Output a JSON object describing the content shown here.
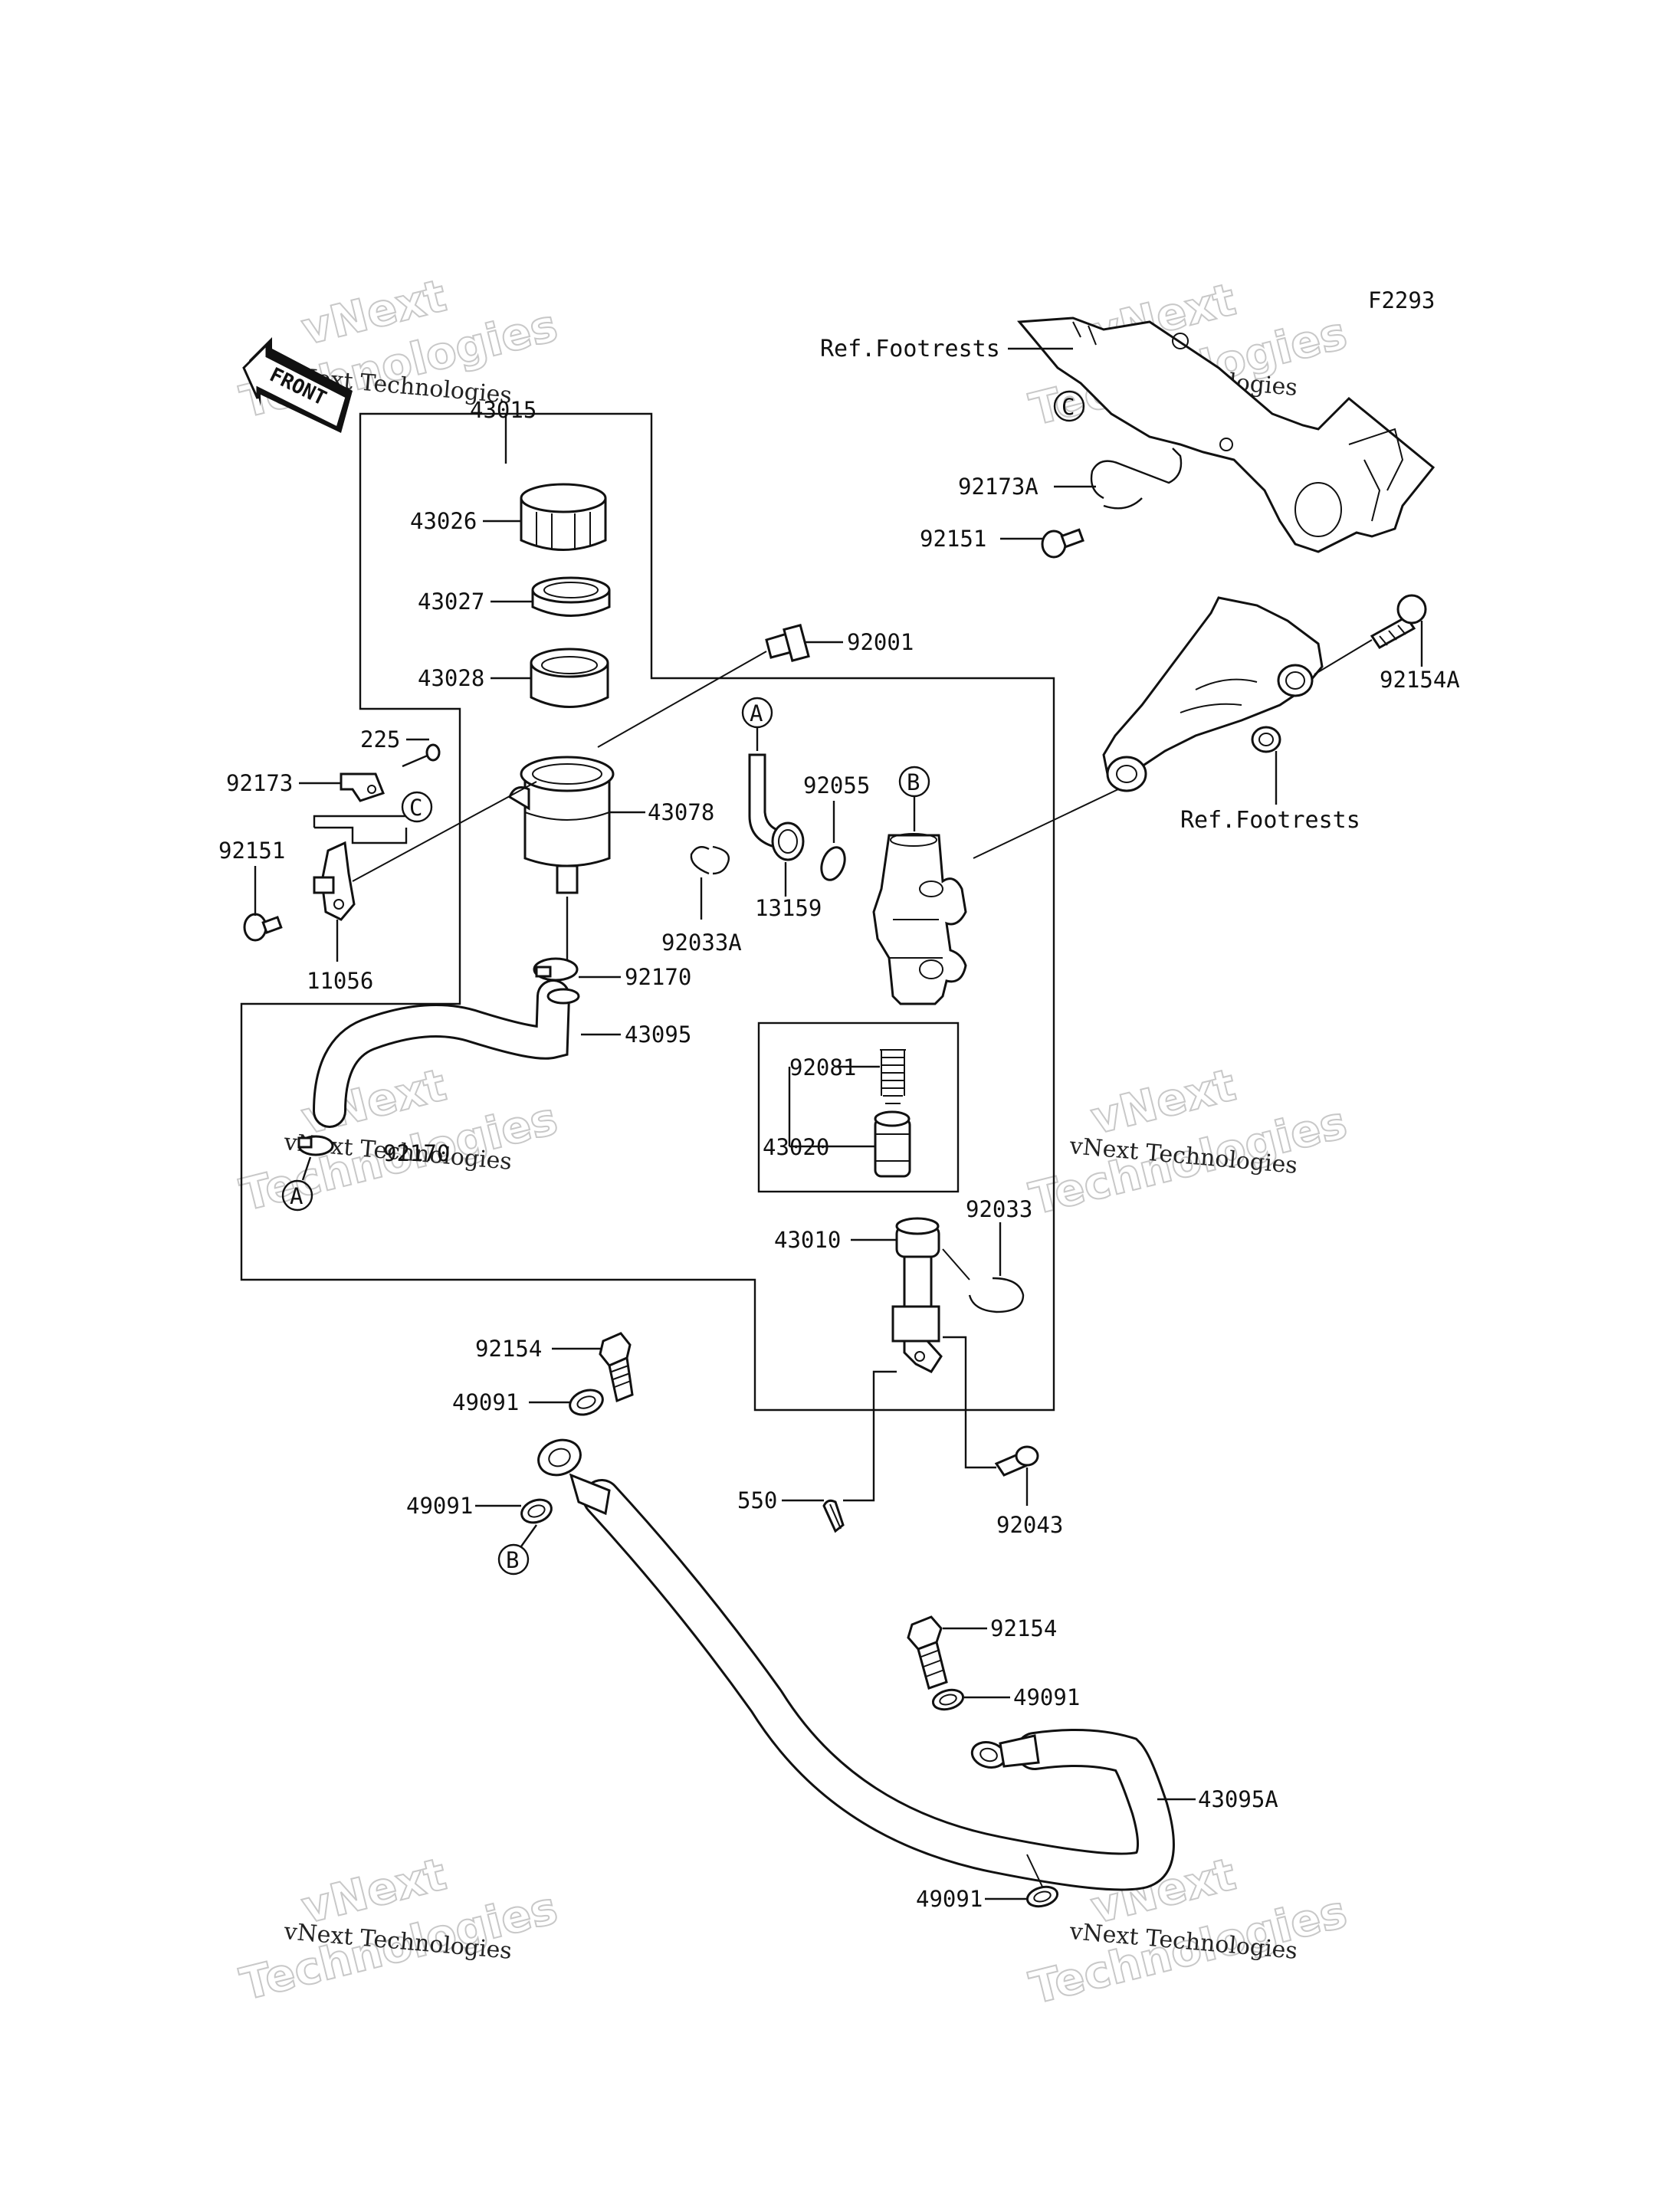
{
  "diagram_code": "F2293",
  "front_arrow_text": "FRONT",
  "references": {
    "footrests_top": "Ref.Footrests",
    "footrests_right": "Ref.Footrests"
  },
  "callouts": {
    "a": "A",
    "b": "B",
    "c": "C"
  },
  "watermark": {
    "line1": "vNext Technologies",
    "line2": "vNext",
    "line3": "Technologies"
  },
  "parts": [
    {
      "id": "p43015",
      "number": "43015"
    },
    {
      "id": "p43026",
      "number": "43026"
    },
    {
      "id": "p43027",
      "number": "43027"
    },
    {
      "id": "p43028",
      "number": "43028"
    },
    {
      "id": "p92001",
      "number": "92001"
    },
    {
      "id": "p225",
      "number": "225"
    },
    {
      "id": "p92173",
      "number": "92173"
    },
    {
      "id": "p92151_left",
      "number": "92151"
    },
    {
      "id": "p11056",
      "number": "11056"
    },
    {
      "id": "p43078",
      "number": "43078"
    },
    {
      "id": "p92170_top",
      "number": "92170"
    },
    {
      "id": "p43095",
      "number": "43095"
    },
    {
      "id": "p92170_bottom",
      "number": "92170"
    },
    {
      "id": "p92055",
      "number": "92055"
    },
    {
      "id": "p13159",
      "number": "13159"
    },
    {
      "id": "p92033A",
      "number": "92033A"
    },
    {
      "id": "p92081",
      "number": "92081"
    },
    {
      "id": "p43020",
      "number": "43020"
    },
    {
      "id": "p43010",
      "number": "43010"
    },
    {
      "id": "p92033",
      "number": "92033"
    },
    {
      "id": "p550",
      "number": "550"
    },
    {
      "id": "p92043",
      "number": "92043"
    },
    {
      "id": "p92154_left",
      "number": "92154"
    },
    {
      "id": "p49091_a",
      "number": "49091"
    },
    {
      "id": "p49091_b",
      "number": "49091"
    },
    {
      "id": "p92154_right",
      "number": "92154"
    },
    {
      "id": "p49091_c",
      "number": "49091"
    },
    {
      "id": "p43095A",
      "number": "43095A"
    },
    {
      "id": "p49091_d",
      "number": "49091"
    },
    {
      "id": "p92173A",
      "number": "92173A"
    },
    {
      "id": "p92151_top",
      "number": "92151"
    },
    {
      "id": "p92154A",
      "number": "92154A"
    }
  ]
}
